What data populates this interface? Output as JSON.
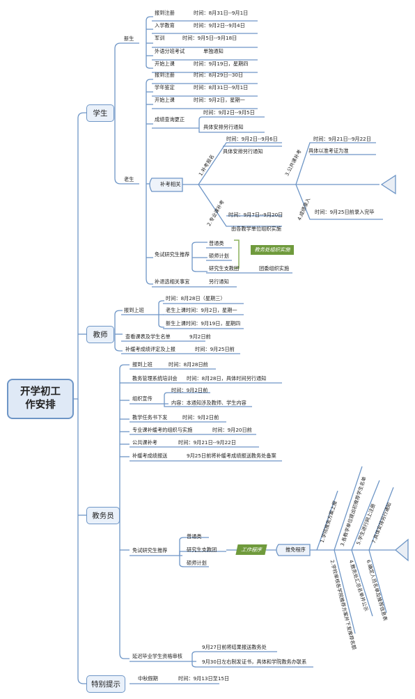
{
  "root": {
    "title": "开学初工作安排"
  },
  "students": {
    "label": "学生",
    "new": {
      "label": "新生",
      "items": [
        {
          "label": "报到注册",
          "value": "时间：8月31日--9月1日"
        },
        {
          "label": "入学教育",
          "value": "时间：9月2日--9月4日"
        },
        {
          "label": "军训",
          "value": "时间：9月5日--9月18日"
        },
        {
          "label": "外语分班考试",
          "value": "单独通知"
        },
        {
          "label": "开始上课",
          "value": "时间：9月19日，星期四"
        }
      ]
    },
    "old": {
      "label": "老生",
      "items": [
        {
          "label": "报到注册",
          "value": "时间：8月29日--30日"
        },
        {
          "label": "学年鉴定",
          "value": "时间：8月31日--9月1日"
        },
        {
          "label": "开始上课",
          "value": "时间：9月2日，星期一"
        }
      ],
      "grade_check": {
        "label": "成绩查询更正",
        "time": "时间：9月2日--9月5日",
        "note": "具体安排另行通知"
      },
      "makeup": {
        "label": "补考相关",
        "b1": {
          "label": "1.补考报名",
          "time": "时间：9月2日--9月6日",
          "note": "具体安排另行通知"
        },
        "b2": {
          "label": "2.专业课补考",
          "time": "时间：9月7日--9月20日",
          "note": "由各教学单位组织实施"
        },
        "b3": {
          "label": "3.公共课补考",
          "time": "时间：9月21日--9月22日",
          "note": "具体以准考证为准"
        },
        "b4": {
          "label": "4.成绩录入",
          "time": "时间：9月25日前录入完毕"
        }
      },
      "recommend": {
        "label": "免试研究生推荐",
        "items": [
          "普通类",
          "硕师计划",
          "研究生支教团"
        ],
        "summary": "教务处组织实施",
        "tuanwei": "团委组织实施"
      },
      "drop": {
        "label": "补退选相关事宜",
        "value": "另行通知"
      }
    }
  },
  "teachers": {
    "label": "教师",
    "report": {
      "label": "报到上班",
      "time": "时间：8月28日（星期三）",
      "old_class": "老生上课时间：9月2日，星期一",
      "new_class": "新生上课时间：9月19日，星期四"
    },
    "schedule": {
      "label": "查看课表及学生名单",
      "value": "9月2日前"
    },
    "grading": {
      "label": "补缓考成绩评定及上报",
      "value": "时间：9月25日前"
    }
  },
  "staff": {
    "label": "教务员",
    "items": [
      {
        "label": "报到上班",
        "value": "时间：8月28日前"
      },
      {
        "label": "教务管理系统培训会",
        "value": "时间：8月28日，具体时间另行通知"
      }
    ],
    "publicity": {
      "label": "组织宣传",
      "time": "时间：9月2日前",
      "content": "内容：本通知涉及教师、学生内容"
    },
    "items2": [
      {
        "label": "教学任务书下发",
        "value": "时间：9月2日前"
      },
      {
        "label": "专业课补缓考的组织与实施",
        "value": "时间：9月20日前"
      },
      {
        "label": "公共课补考",
        "value": "时间：9月21日--9月22日"
      },
      {
        "label": "补缓考成绩报送",
        "value": "9月25日前将补缓考成绩报送教务处备案"
      }
    ],
    "recommend": {
      "label": "免试研究生推荐",
      "items": [
        "普通类",
        "研究生支教团",
        "硕师计划"
      ],
      "work": "工作程序",
      "procedure": "推免程序",
      "steps": [
        "1.学院推免方案上报",
        "3.各教学单位提出初推荐学生名单",
        "5.学生进行网上注册",
        "7.具体安排另行通知",
        "2.学校审核各学院推荐方案并下发推荐名额",
        "4.教务处汇总名单并公示",
        "6.确定人员名单及推荐信息表"
      ]
    },
    "deferred": {
      "label": "延迟毕业学生资格审核",
      "l1": "9月27日前将结果报送教务处",
      "l2": "9月30日左右制发证书，具体和学院教务办联系"
    }
  },
  "tips": {
    "label": "特别提示",
    "item": {
      "label": "中秋假期",
      "value": "时间：9月13日至15日"
    }
  }
}
